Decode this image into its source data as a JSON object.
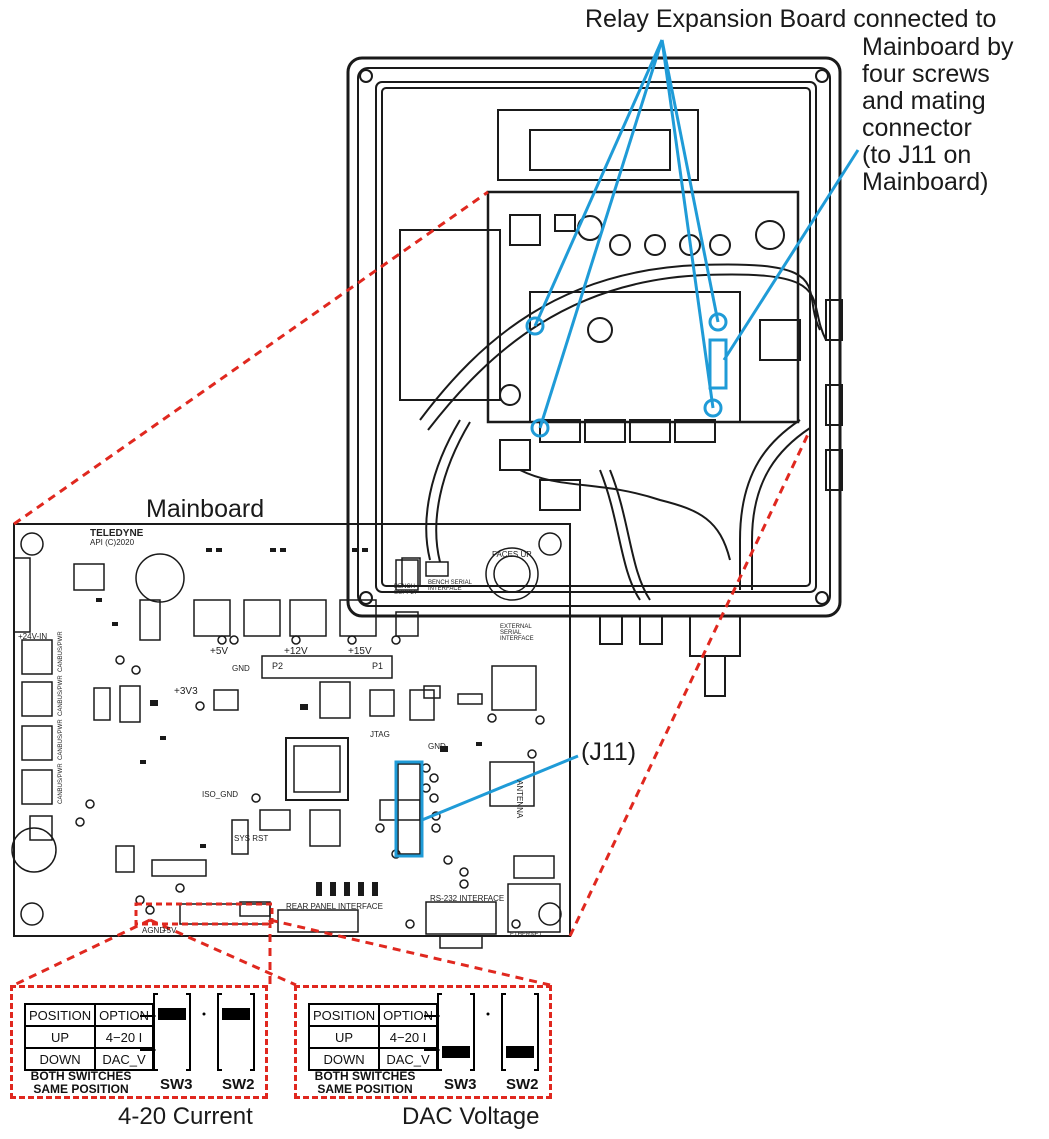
{
  "callouts": {
    "relay_line1": "Relay Expansion Board connected to",
    "relay_rest": "Mainboard by\nfour screws\nand mating\nconnector\n(to J11 on\nMainboard)",
    "mainboard_title": "Mainboard",
    "j11": "(J11)"
  },
  "board": {
    "brand": "TELEDYNE",
    "brand_sub": "API (C)2020",
    "faces_up": "FACES UP",
    "jtag": "JTAG",
    "antenna": "ANTENNA",
    "bench_supply": "BENCH SUPPLY",
    "bench_serial": "BENCH SERIAL INTERFACE",
    "external_serial": "EXTERNAL SERIAL INTERFACE",
    "rs232": "RS-232 INTERFACE",
    "rear_panel": "REAR PANEL INTERFACE",
    "ethernet": "ETHERNET",
    "power_in": "+24V-IN",
    "rail_5v": "+5V",
    "rail_12v": "+12V",
    "rail_15v": "+15V",
    "rail_3v3": "+3V3",
    "gnd": "GND",
    "iso_gnd": "ISO_GND",
    "sys_rst": "SYS RST",
    "agnd": "AGND",
    "plus5v_bottom": "+5V",
    "p1": "P1",
    "p2": "P2",
    "canbus_labels": [
      "CANBUS/PWR",
      "CANBUS/PWR",
      "CANBUS/PWR",
      "CANBUS/PWR"
    ],
    "gnd_right": "GND"
  },
  "switch_tables": [
    {
      "header": [
        "POSITION",
        "OPTION"
      ],
      "rows": [
        [
          "UP",
          "4−20 I"
        ],
        [
          "DOWN",
          "DAC_V"
        ]
      ],
      "note": "BOTH SWITCHES\nSAME POSITION",
      "sw3": "SW3",
      "sw2": "SW2",
      "state": "up",
      "caption": "4-20 Current"
    },
    {
      "header": [
        "POSITION",
        "OPTION"
      ],
      "rows": [
        [
          "UP",
          "4−20 I"
        ],
        [
          "DOWN",
          "DAC_V"
        ]
      ],
      "note": "BOTH SWITCHES\nSAME POSITION",
      "sw3": "SW3",
      "sw2": "SW2",
      "state": "down",
      "caption": "DAC Voltage"
    }
  ],
  "colors": {
    "callout_line": "#1f9bd7",
    "zoom_dash": "#e0281f",
    "drawing": "#1a1a1a"
  }
}
